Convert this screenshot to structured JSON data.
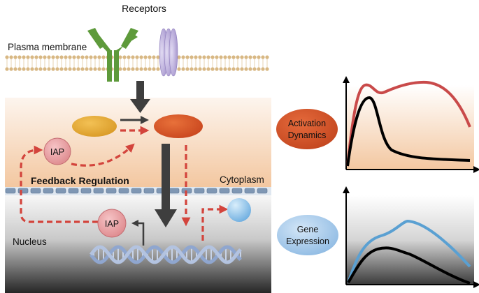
{
  "labels": {
    "receptors": "Receptors",
    "plasma_membrane": "Plasma membrane",
    "feedback_regulation": "Feedback Regulation",
    "cytoplasm": "Cytoplasm",
    "nucleus": "Nucleus",
    "iap_cytoplasm": "IAP",
    "iap_nucleus": "IAP",
    "activation_line1": "Activation",
    "activation_line2": "Dynamics",
    "gene_line1": "Gene",
    "gene_line2": "Expression"
  },
  "colors": {
    "receptor_green": "#5e9a3b",
    "receptor_purple": "#b7a9d9",
    "membrane_lipid": "#d8b884",
    "cytoplasm_top": "#fdf3ea",
    "cytoplasm_bottom": "#f2c49b",
    "nucleus_top": "#f5f5f5",
    "nucleus_bottom": "#2e2e2e",
    "yellow_protein": "#e4a93a",
    "orange_protein": "#d9582a",
    "iap_fill": "#e9a2a5",
    "feedback_arrow": "#d3443c",
    "signal_arrow": "#3e3e3e",
    "activation_oval": "#d0502a",
    "gene_oval": "#a9ccec",
    "blue_sphere": "#8ec3ea",
    "dna_strand": "#a6b9da",
    "red_curve": "#c94a4a",
    "black_curve": "#000000",
    "blue_curve": "#5aa0d2"
  },
  "icons": [
    "antibody-receptor-icon",
    "channel-receptor-icon",
    "dna-helix-icon",
    "dashed-arrow-icon"
  ]
}
